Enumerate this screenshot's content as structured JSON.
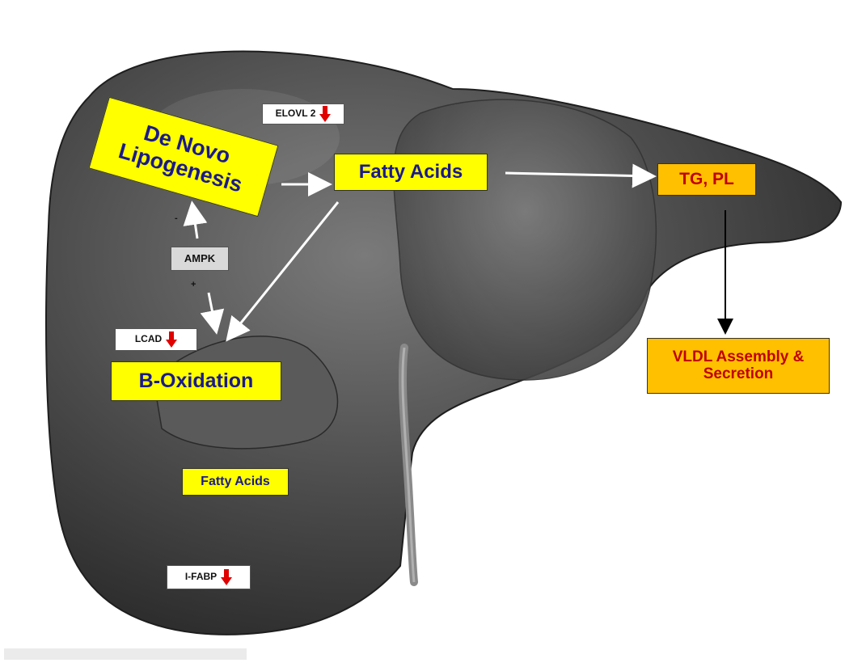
{
  "boxes": {
    "de_novo": "De Novo Lipogenesis",
    "fatty_acids_main": "Fatty Acids",
    "tg_pl": "TG, PL",
    "vldl": "VLDL Assembly & Secretion",
    "ampk": "AMPK",
    "b_oxidation": "B-Oxidation",
    "fatty_acids_lower": "Fatty Acids"
  },
  "genes": {
    "elovl2": "ELOVL 2",
    "lcad": "LCAD",
    "ifabp": "I-FABP"
  },
  "signs": {
    "ampk_minus": "-",
    "ampk_plus": "+"
  },
  "colors": {
    "yellow_box": "#ffff00",
    "orange_box": "#ffc000",
    "yellow_text": "#1a1a8c",
    "orange_text": "#c00000",
    "down_arrow": "#e00000",
    "liver": "#4a4a4a"
  }
}
